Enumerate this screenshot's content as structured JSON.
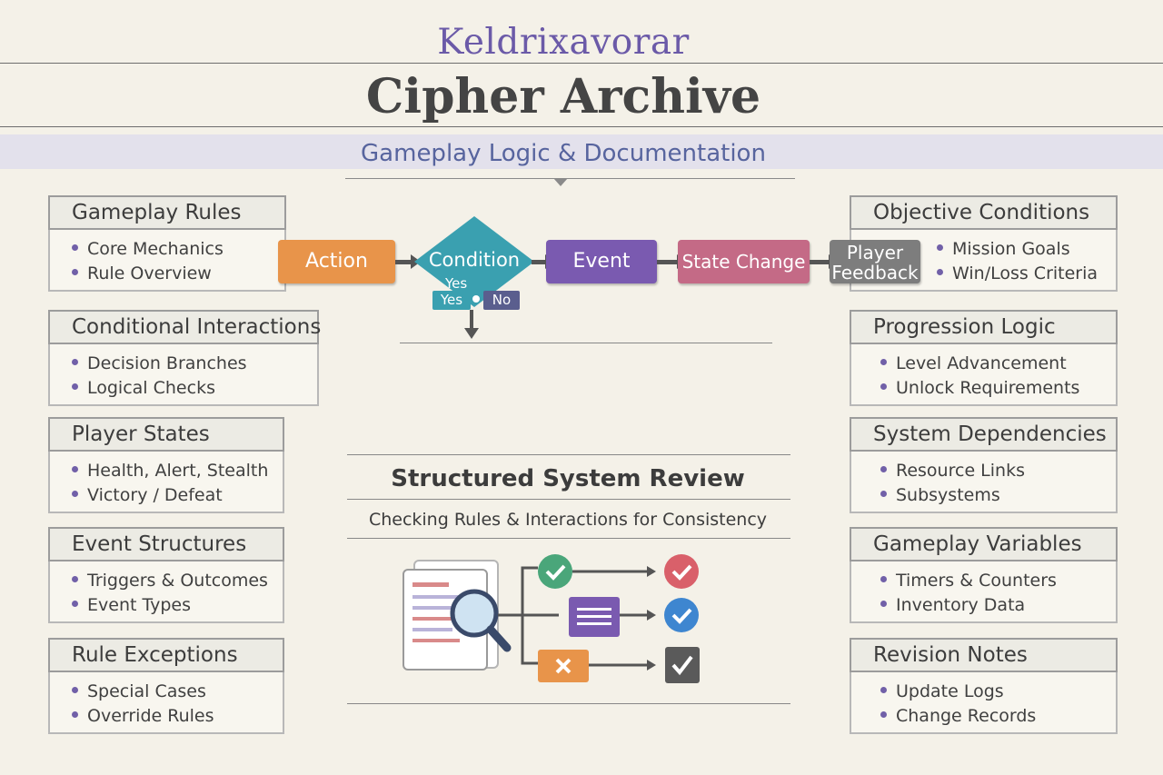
{
  "header": {
    "brand": "Keldrixavorar",
    "title": "Cipher Archive",
    "subtitle": "Gameplay Logic & Documentation"
  },
  "left_cards": [
    {
      "title": "Gameplay Rules",
      "items": [
        "Core Mechanics",
        "Rule Overview"
      ]
    },
    {
      "title": "Conditional Interactions",
      "items": [
        "Decision Branches",
        "Logical Checks"
      ]
    },
    {
      "title": "Player States",
      "items": [
        "Health, Alert, Stealth",
        "Victory / Defeat"
      ]
    },
    {
      "title": "Event Structures",
      "items": [
        "Triggers & Outcomes",
        "Event Types"
      ]
    },
    {
      "title": "Rule Exceptions",
      "items": [
        "Special Cases",
        "Override Rules"
      ]
    }
  ],
  "right_cards": [
    {
      "title": "Objective Conditions",
      "items": [
        "Mission Goals",
        "Win/Loss Criteria"
      ]
    },
    {
      "title": "Progression Logic",
      "items": [
        "Level Advancement",
        "Unlock Requirements"
      ]
    },
    {
      "title": "System Dependencies",
      "items": [
        "Resource Links",
        "Subsystems"
      ]
    },
    {
      "title": "Gameplay Variables",
      "items": [
        "Timers & Counters",
        "Inventory Data"
      ]
    },
    {
      "title": "Revision Notes",
      "items": [
        "Update Logs",
        "Change Records"
      ]
    }
  ],
  "flow": {
    "action": "Action",
    "condition": "Condition",
    "yes_inner": "Yes",
    "yes_branch": "Yes",
    "no_branch": "No",
    "event": "Event",
    "state_change": "State Change",
    "feedback_line1": "Player",
    "feedback_line2": "Feedback"
  },
  "review": {
    "title": "Structured System Review",
    "subtitle": "Checking Rules & Interactions for Consistency"
  },
  "colors": {
    "action": "#e8944a",
    "condition": "#3aa0b0",
    "event": "#7a5ab0",
    "state_change": "#c46a86",
    "feedback": "#7d7d7d",
    "check_green": "#4aa67a",
    "check_red": "#d9606a",
    "check_blue": "#3e86d0"
  },
  "icons": {
    "document": "document-stack-icon",
    "magnifier": "magnifier-icon",
    "check": "check-circle-icon",
    "list": "list-card-icon",
    "close": "close-box-icon",
    "checkbox": "checkbox-icon"
  }
}
